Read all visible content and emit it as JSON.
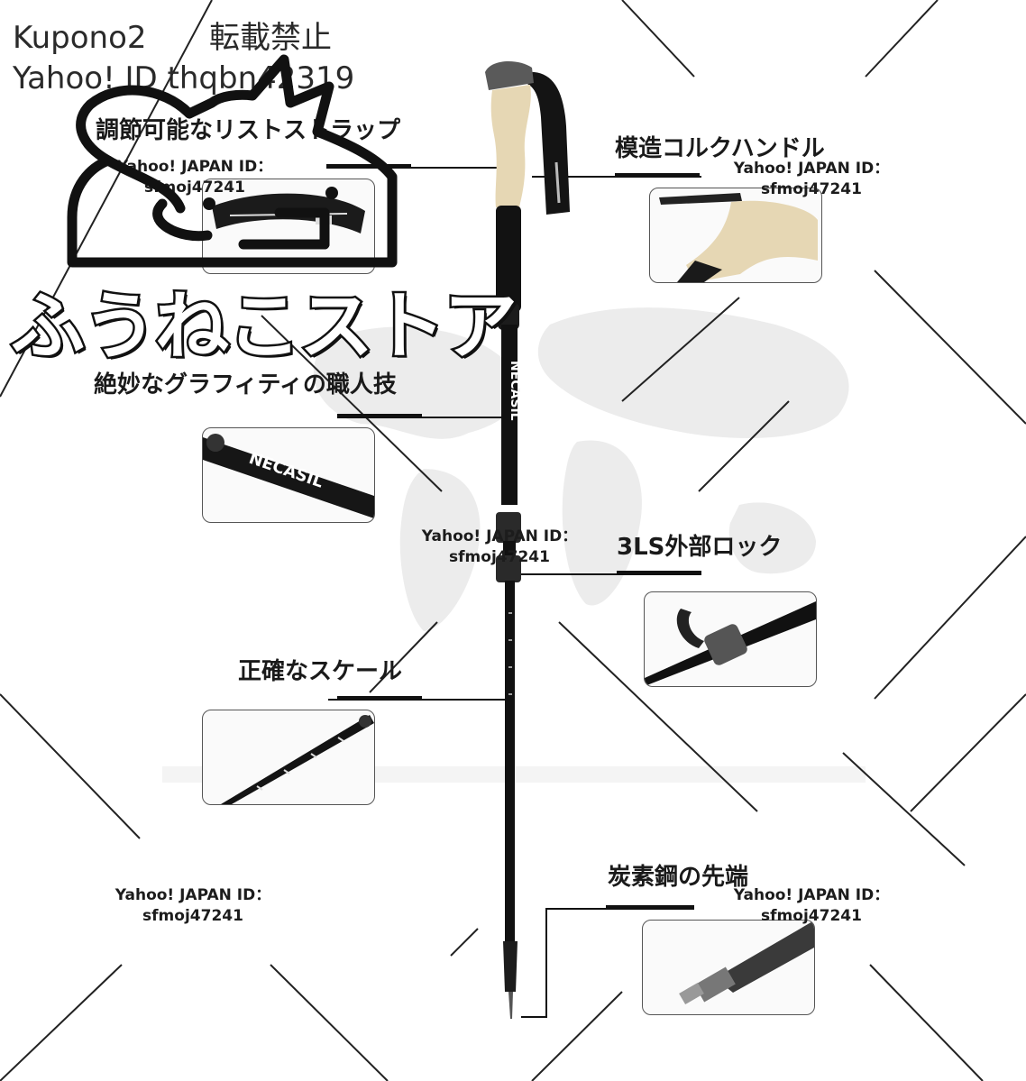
{
  "header": {
    "seller": "Kupono2",
    "notice": "転載禁止",
    "yahoo_id_line": "Yahoo! ID thqbn42319"
  },
  "store": {
    "name": "ふうねこストア",
    "logo_icon": "cat-outline-icon"
  },
  "features": [
    {
      "title": "調節可能なリストストラップ",
      "icon": "wrist-strap-photo"
    },
    {
      "title": "模造コルクハンドル",
      "icon": "cork-handle-photo"
    },
    {
      "title": "絶妙なグラフィティの職人技",
      "icon": "pole-graphic-photo"
    },
    {
      "title": "3LS外部ロック",
      "icon": "external-lock-photo"
    },
    {
      "title": "正確なスケール",
      "icon": "scale-marking-photo"
    },
    {
      "title": "炭素鋼の先端",
      "icon": "carbon-steel-tip-photo"
    }
  ],
  "watermark": {
    "label": "Yahoo! JAPAN ID：",
    "id": "sfmoj47241"
  },
  "product": {
    "brand": "NECASIL"
  },
  "colors": {
    "pole": "#111111",
    "cork": "#e6d7b4",
    "background": "#ffffff",
    "grid_lines": "#222222",
    "map": "#e9e9e9"
  }
}
